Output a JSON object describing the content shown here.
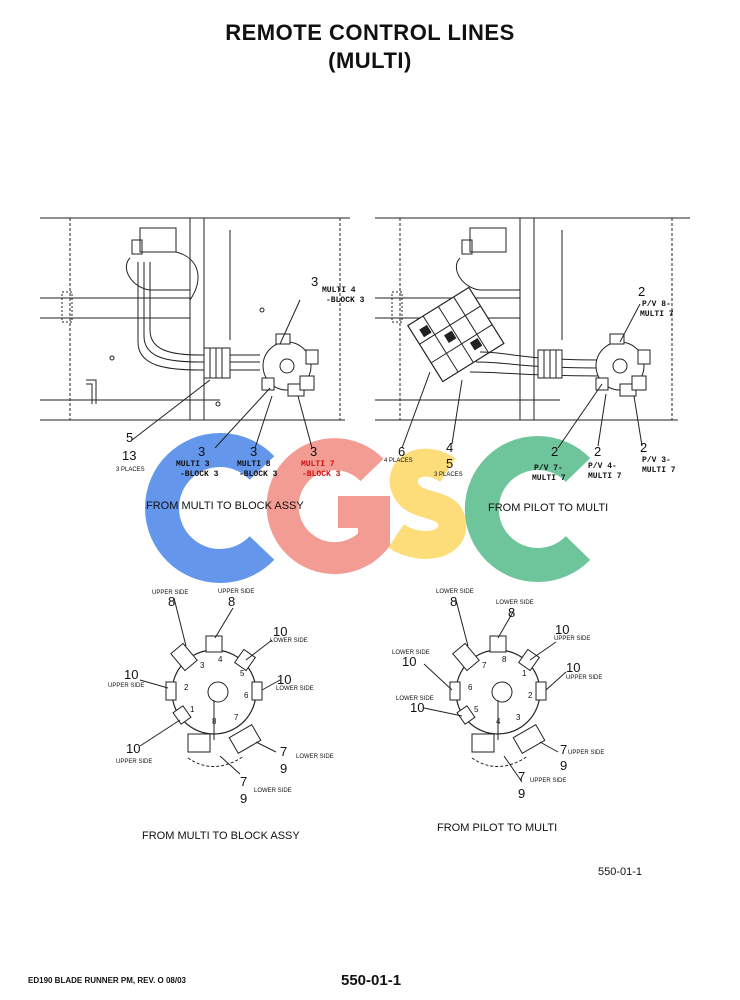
{
  "title_line1": "REMOTE CONTROL LINES",
  "title_line2": "(MULTI)",
  "captions": {
    "top_left": "FROM MULTI TO BLOCK ASSY",
    "top_right": "FROM PILOT TO MULTI",
    "bottom_left": "FROM MULTI TO BLOCK ASSY",
    "bottom_right": "FROM PILOT TO MULTI"
  },
  "watermark": {
    "text": "CGSC",
    "colors": [
      "#4a86e8",
      "#f28b82",
      "#fdd663",
      "#57bb8a"
    ]
  },
  "top_left_labels": {
    "c3_top": "3",
    "multi4_a": "MULTI 4",
    "multi4_b": "-BLOCK 3",
    "n5": "5",
    "n13": "13",
    "places3": "3 PLACES",
    "c3_a": "3",
    "multi3_a": "MULTI 3",
    "multi3_b": "-BLOCK 3",
    "c3_b": "3",
    "multi8_a": "MULTI 8",
    "multi8_b": "-BLOCK 3",
    "c3_c": "3",
    "multi7_a": "MULTI 7",
    "multi7_b": "-BLOCK 3"
  },
  "top_right_labels": {
    "n2_top": "2",
    "pv8_a": "P/V 8-",
    "pv8_b": "MULTI 7",
    "n6": "6",
    "places4": "4 PLACES",
    "n4": "4",
    "n5": "5",
    "places3": "3 PLACES",
    "n2_a": "2",
    "pv7_a": "P/V 7-",
    "pv7_b": "MULTI 7",
    "n2_b": "2",
    "pv4_a": "P/V 4-",
    "pv4_b": "MULTI 7",
    "n2_c": "2",
    "pv3_a": "P/V 3-",
    "pv3_b": "MULTI 7"
  },
  "bottom_left_labels": {
    "us1": "UPPER SIDE",
    "n8a": "8",
    "us2": "UPPER SIDE",
    "n8b": "8",
    "n10a": "10",
    "ls1": "LOWER SIDE",
    "n10b": "10",
    "ls2": "LOWER SIDE",
    "n10c": "10",
    "us3": "UPPER SIDE",
    "n10d": "10",
    "us4": "UPPER SIDE",
    "n7a": "7",
    "n9a": "9",
    "ls3": "LOWER SIDE",
    "n7b": "7",
    "n9b": "9",
    "ls4": "LOWER SIDE",
    "ports": [
      "4",
      "3",
      "5",
      "2",
      "6",
      "1",
      "8",
      "7"
    ]
  },
  "bottom_right_labels": {
    "ls1": "LOWER SIDE",
    "n8a": "8",
    "ls2": "LOWER SIDE",
    "n8b": "8",
    "n10a": "10",
    "us1": "UPPER SIDE",
    "ls3": "LOWER SIDE",
    "n10b": "10",
    "n10c": "10",
    "us2": "UPPER SIDE",
    "ls4": "LOWER SIDE",
    "n10d": "10",
    "n7a": "7",
    "n9a": "9",
    "us3": "UPPER SIDE",
    "n7b": "7",
    "n9b": "9",
    "us4": "UPPER SIDE",
    "ports": [
      "7",
      "8",
      "1",
      "6",
      "2",
      "5",
      "4",
      "3"
    ]
  },
  "figure_number": "550-01-1",
  "footer_doc": "ED190 BLADE RUNNER PM, REV. O 08/03",
  "footer_page": "550-01-1",
  "colors": {
    "line": "#222222",
    "red_label": "#d01010"
  }
}
